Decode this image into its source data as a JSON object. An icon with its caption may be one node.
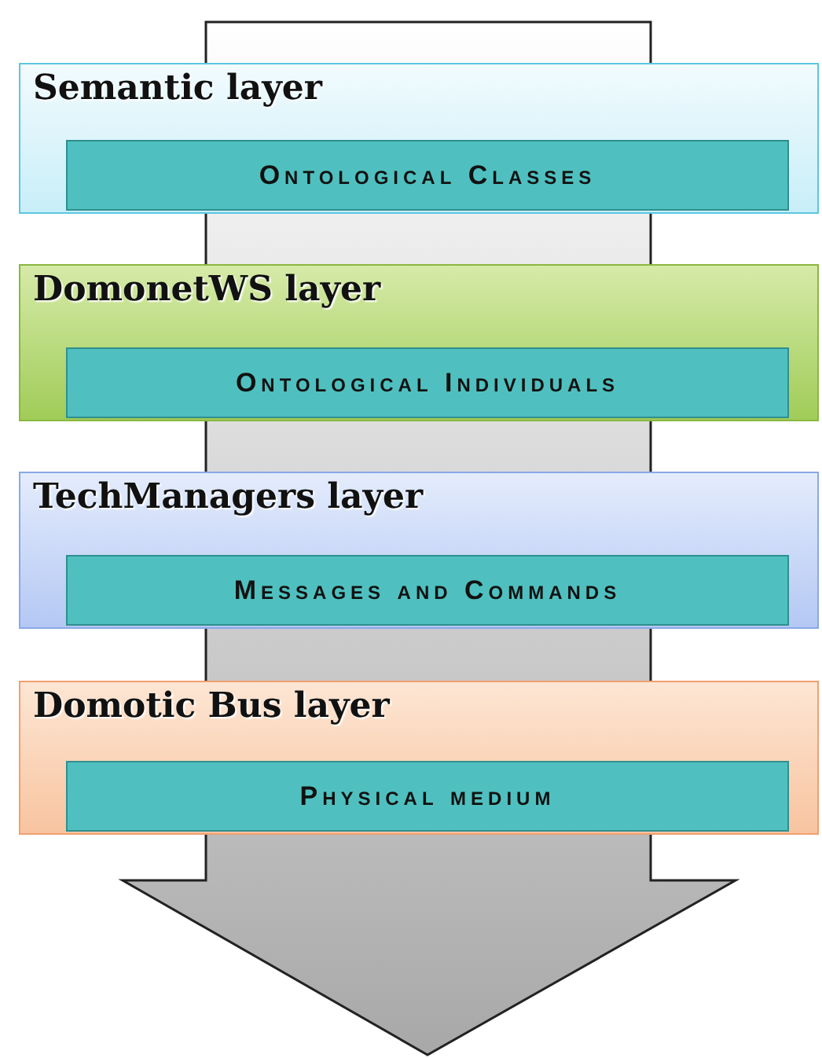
{
  "diagram": {
    "nodes": [
      {
        "text": [
          "Semantic layer"
        ]
      },
      {
        "text": [
          "Ontological Classes"
        ],
        "in": 0
      },
      {
        "text": [
          "DomonetWS layer"
        ]
      },
      {
        "text": [
          "Ontological Individuals"
        ],
        "in": 2
      },
      {
        "text": [
          "TechManagers layer"
        ]
      },
      {
        "text": [
          "Messages and Commands"
        ],
        "in": 4
      },
      {
        "text": [
          "Domotic Bus layer"
        ]
      },
      {
        "text": [
          "Physical medium"
        ],
        "in": 6
      }
    ]
  }
}
